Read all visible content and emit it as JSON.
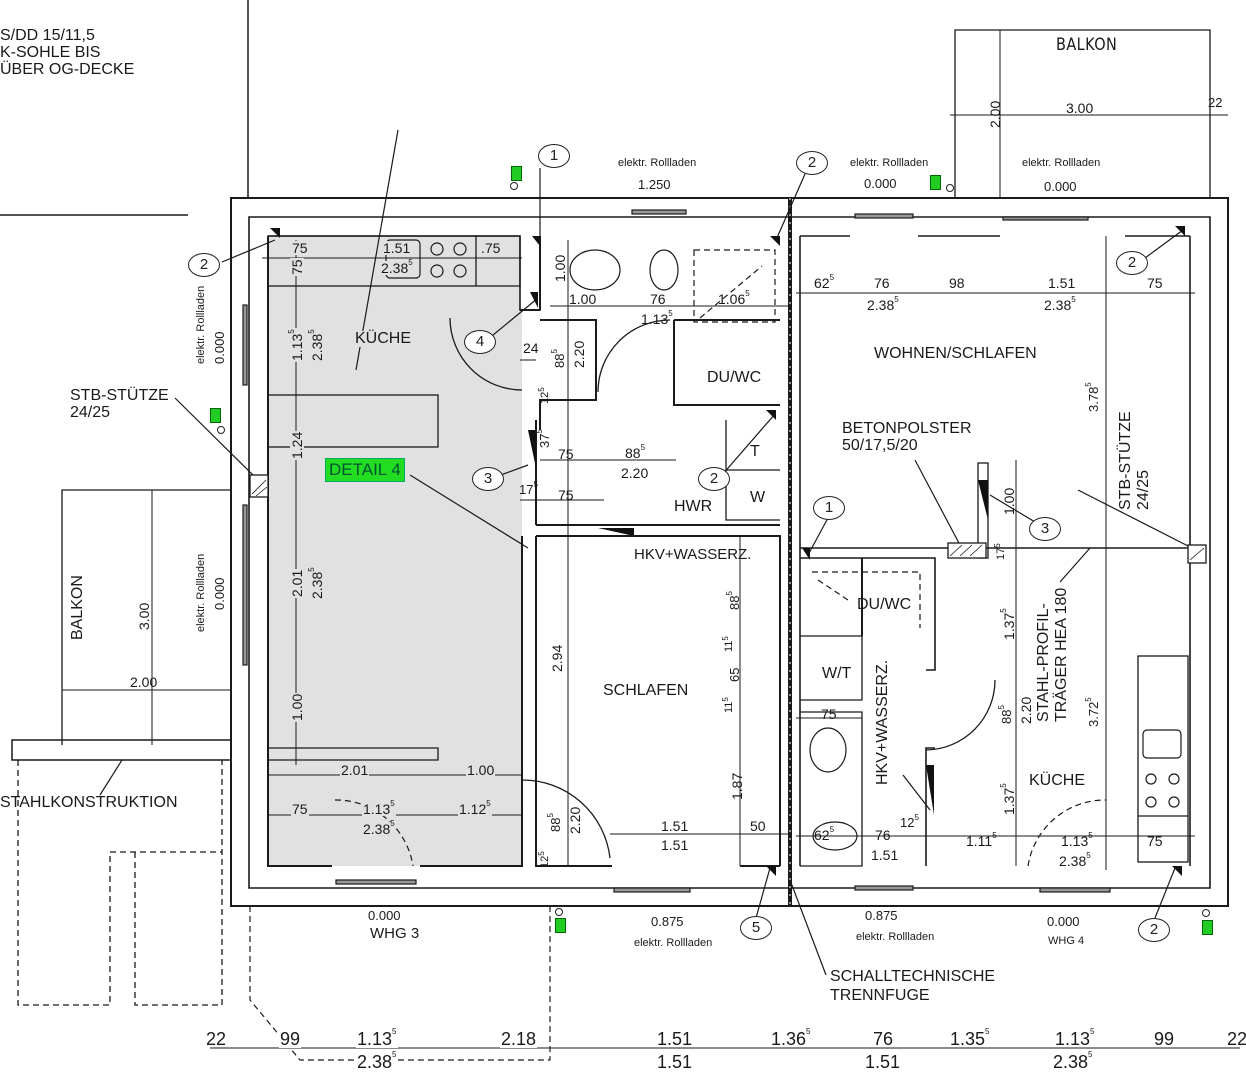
{
  "drawing": {
    "corner_note": [
      "S/DD 15/11,5",
      "K-SOHLE BIS",
      "ÜBER OG-DECKE"
    ],
    "fill_color": "#e1e1e1",
    "highlight_color": "#22dd22",
    "line_color": "#1a1a1a"
  },
  "rooms": {
    "kueche_left": "KÜCHE",
    "du_wc_top": "DU/WC",
    "hwr": "HWR",
    "hwr_t": "T",
    "hwr_w": "W",
    "schlafen": "SCHLAFEN",
    "wohnen_schlafen": "WOHNEN/SCHLAFEN",
    "du_wc_right": "DU/WC",
    "wt": "W/T",
    "kueche_right": "KÜCHE"
  },
  "labels": {
    "balkon_top": "BALKON",
    "balkon_left": "BALKON",
    "stb_stuetze_left": [
      "STB-STÜTZE",
      "24/25"
    ],
    "stb_stuetze_right": [
      "STB-STÜTZE",
      "24/25"
    ],
    "betonpolster": [
      "BETONPOLSTER",
      "50/17,5/20"
    ],
    "hkv_wasserz_mid": "HKV+WASSERZ.",
    "hkv_wasserz_right": "HKV+WASSERZ.",
    "stahlprofil": [
      "STAHL-PROFIL-",
      "TRÄGER HEA 180"
    ],
    "stahlkonstruktion": "STAHLKONSTRUKTION",
    "trennfuge": [
      "SCHALLTECHNISCHE",
      "TRENNFUGE"
    ],
    "detail4": "DETAIL 4",
    "whg3": "WHG 3",
    "whg4": "WHG 4"
  },
  "windows": {
    "rolladen_label": "elektr. Rollladen",
    "top_left_value": "1.250",
    "top_mid_value": "0.000",
    "top_right_value": "0.000",
    "left_upper_value": "0.000",
    "left_lower_value": "0.000",
    "bottom_left_value": "0.000",
    "bottom_mid_value": "0.875",
    "bottom_mid2_value": "0.875",
    "bottom_right_value": "0.000"
  },
  "bubbles": {
    "b1_top": "1",
    "b2_topmid": "2",
    "b2_left": "2",
    "b2_topright": "2",
    "b4": "4",
    "b3_left": "3",
    "b2_hwr": "2",
    "b1_mid": "1",
    "b3_right": "3",
    "b5": "5",
    "b2_bottom": "2"
  },
  "dimensions": {
    "balkon_top_h": "2.00",
    "balkon_top_w": "3.00",
    "balkon_top_22": "22",
    "balkon_left_h": "3.00",
    "balkon_left_w": "2.00",
    "kitchen_top_75a": "75",
    "kitchen_top_75v": "75",
    "kitchen_top_151": "1.51",
    "kitchen_top_2385": "2.38",
    "kitchen_top_75b": ".75",
    "kitchen_v_1135": "1.13",
    "kitchen_v_2385": "2.38",
    "kitchen_v_124": "1.24",
    "kitchen_v_201": "2.01",
    "kitchen_v_2385b": "2.38",
    "kitchen_v_100": "1.00",
    "kitchen_b_201": "2.01",
    "kitchen_b_100": "1.00",
    "kitchen_b_75": "75",
    "kitchen_b_1135": "1.13",
    "kitchen_b_1125": "1.12",
    "kitchen_b_2385": "2.38",
    "wc_100v": "1.00",
    "wc_100": "1.00",
    "wc_76": "76",
    "wc_1065": "1.06",
    "wc_1135": "1.13",
    "d_24": "24",
    "d_885a": "88",
    "d_220a": "2.20",
    "d_125a": "12",
    "d_375": "37",
    "d_75a": "75",
    "d_885b": "88",
    "d_220b": "2.20",
    "d_175": "17",
    "d_75b": "75",
    "schl_294": "2.94",
    "schl_885": "88",
    "schl_115a": "11",
    "schl_65": "65",
    "schl_115b": "11",
    "schl_187": "1.87",
    "schl_885b": "88",
    "schl_220": "2.20",
    "schl_125": "12",
    "schl_151a": "1.51",
    "schl_151b": "1.51",
    "schl_50": "50",
    "wohn_625": "62",
    "wohn_76": "76",
    "wohn_98": "98",
    "wohn_151": "1.51",
    "wohn_75": "75",
    "wohn_2385a": "2.38",
    "wohn_2385b": "2.38",
    "wohn_3785": "3.78",
    "wohn_100": "1.00",
    "wohn_175": "17",
    "r_1375a": "1.37",
    "r_885": "88",
    "r_220": "2.20",
    "r_1375b": "1.37",
    "r_3725": "3.72",
    "r_75": "75",
    "r_625": "62",
    "r_76": "76",
    "r_151": "1.51",
    "r_125": "12",
    "r_1115": "1.11",
    "r_1135": "1.13",
    "r_2385": "2.38",
    "r_75b": "75",
    "bot_22a": "22",
    "bot_99a": "99",
    "bot_1135a": "1.13",
    "bot_218": "2.18",
    "bot_2385a": "2.38",
    "bot_151a": "1.51",
    "bot_151b": "1.51",
    "bot_1365": "1.36",
    "bot_76": "76",
    "bot_151c": "1.51",
    "bot_1355": "1.35",
    "bot_1135b": "1.13",
    "bot_2385b": "2.38",
    "bot_99b": "99",
    "bot_22b": "22",
    "sup5": "5"
  }
}
